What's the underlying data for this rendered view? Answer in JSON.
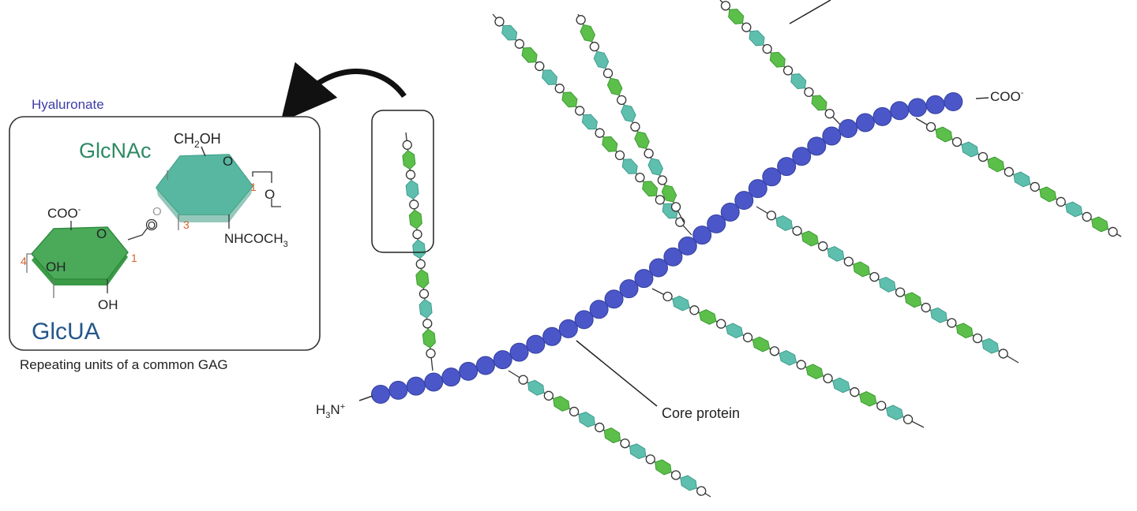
{
  "inset": {
    "title": "Hyaluronate",
    "caption": "Repeating units of a common GAG",
    "glcnac": {
      "name": "GlcNAc",
      "ch2oh_main": "CH",
      "ch2oh_sub": "2",
      "ch2oh_tail": "OH",
      "ring_o": "O",
      "c1": "1",
      "c3": "3",
      "link_o_right": "O",
      "link_o_mid": "O",
      "nh_main": "NHCOCH",
      "nh_sub": "3"
    },
    "glcua": {
      "name": "GlcUA",
      "coo_main": "COO",
      "coo_sup": "-",
      "ring_o": "O",
      "oh_ring": "OH",
      "oh_bottom": "OH",
      "c4": "4",
      "c1": "1",
      "link_o": "O"
    }
  },
  "labels": {
    "core_protein": "Core protein",
    "n_term_main": "H",
    "n_term_sub": "3",
    "n_term_tail": "N",
    "n_term_sup": "+",
    "c_term_main": "COO",
    "c_term_sup": "-"
  },
  "colors": {
    "core_bead": "#4b57c8",
    "core_bead_edge": "#333f9e",
    "glcnac_green": "#5cbf4a",
    "glcnac_green_edge": "#3c9a33",
    "glcua_teal": "#5fbfae",
    "glcua_teal_edge": "#3f9c8c",
    "ring_glcnac": "#4fae95",
    "ring_glcua": "#4aaa5a",
    "text_glcnac": "#2e8a63",
    "text_glcua": "#24578a",
    "title_blue": "#3d3da8",
    "carbon_num": "#d9622b"
  },
  "icons": [
    "arrow-curved-icon"
  ]
}
